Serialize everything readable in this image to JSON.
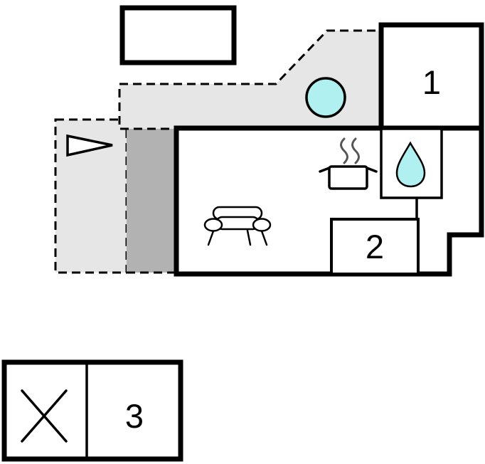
{
  "floor_plan": {
    "rooms": [
      {
        "label": "1"
      },
      {
        "label": "2"
      },
      {
        "label": "3"
      }
    ],
    "icons": [
      {
        "name": "hot-tub-icon",
        "shape": "circle"
      },
      {
        "name": "water-drop-icon",
        "shape": "teardrop"
      },
      {
        "name": "cooking-pot-icon",
        "shape": "pot"
      },
      {
        "name": "steam-icon",
        "shape": "wavy-lines"
      },
      {
        "name": "sofa-icon",
        "shape": "sofa-outline"
      },
      {
        "name": "entrance-arrow-icon",
        "shape": "triangle-right"
      },
      {
        "name": "cross-icon",
        "shape": "diagonal-cross"
      }
    ],
    "colors": {
      "wall": "#000000",
      "terrace_light": "#e6e6e6",
      "terrace_dark": "#b2b2b2",
      "water": "#b0f0f0",
      "interior": "#ffffff"
    }
  }
}
